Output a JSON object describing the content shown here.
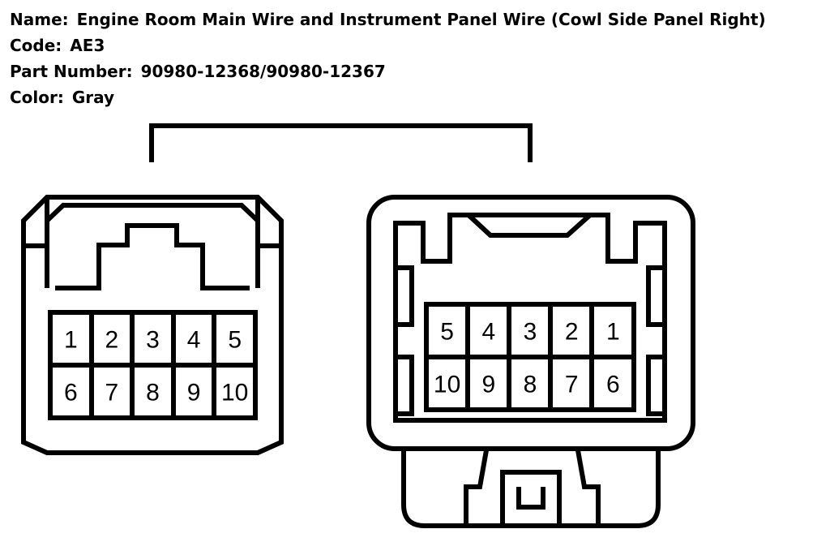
{
  "header": {
    "name_label": "Name:",
    "name_value": "Engine Room Main Wire and Instrument Panel Wire (Cowl Side Panel Right)",
    "code_label": "Code:",
    "code_value": "AE3",
    "part_label": "Part Number:",
    "part_value": "90980-12368/90980-12367",
    "color_label": "Color:",
    "color_value": "Gray"
  },
  "connectors": {
    "left": {
      "top_row": [
        "1",
        "2",
        "3",
        "4",
        "5"
      ],
      "bottom_row": [
        "6",
        "7",
        "8",
        "9",
        "10"
      ]
    },
    "right": {
      "top_row": [
        "5",
        "4",
        "3",
        "2",
        "1"
      ],
      "bottom_row": [
        "10",
        "9",
        "8",
        "7",
        "6"
      ]
    }
  }
}
